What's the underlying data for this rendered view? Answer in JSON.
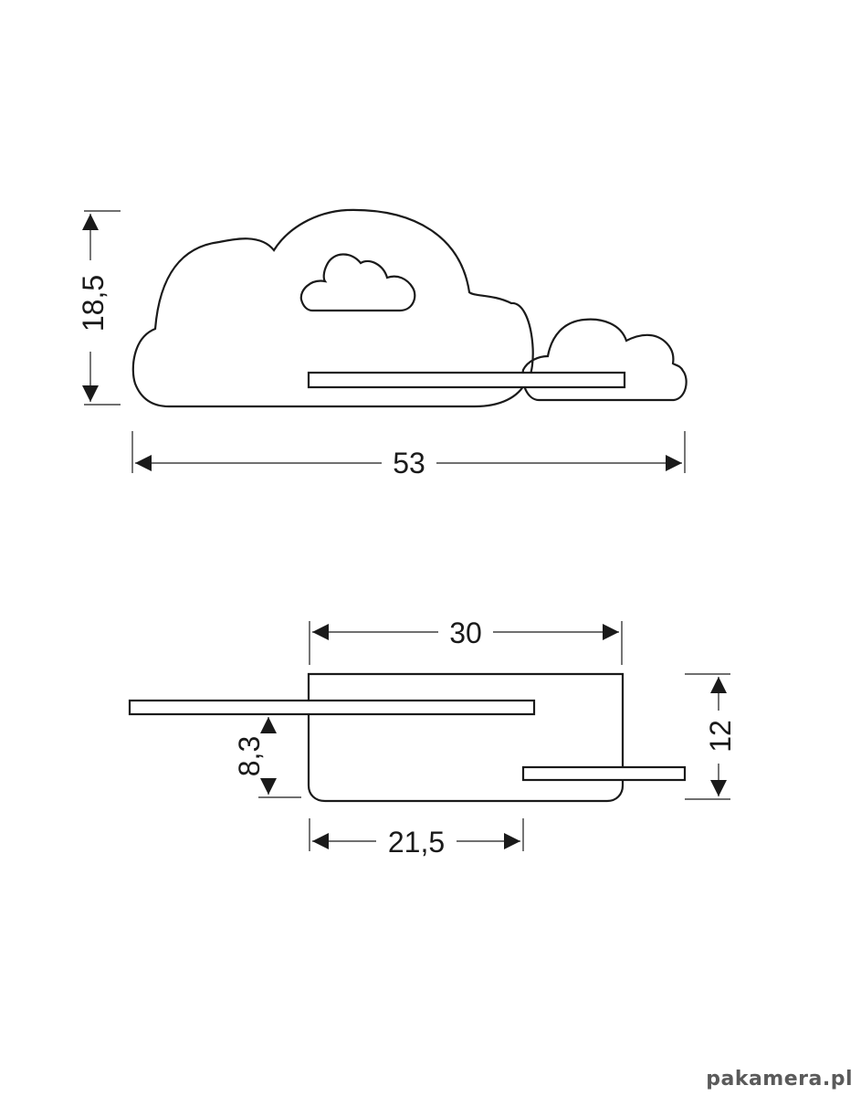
{
  "colors": {
    "line": "#1a1a1a",
    "background": "#ffffff",
    "watermark": "#5a5a5a"
  },
  "front_view": {
    "height_label": "18,5",
    "width_label": "53"
  },
  "top_view": {
    "depth_width_label": "30",
    "shelf_offset_label": "8,3",
    "total_depth_label": "12",
    "inner_width_label": "21,5"
  },
  "watermark": {
    "text": "pakamera.pl"
  }
}
